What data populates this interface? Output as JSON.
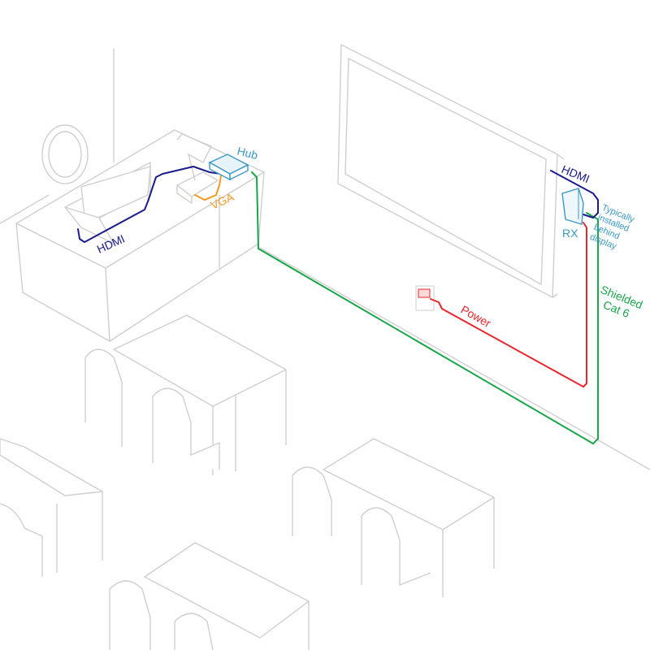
{
  "labels": {
    "hub": "Hub",
    "vga": "VGA",
    "hdmi_desk": "HDMI",
    "hdmi_display": "HDMI",
    "rx": "RX",
    "note": [
      "Typically",
      "installed",
      "behind",
      "display"
    ],
    "power": "Power",
    "cat6": [
      "Shielded",
      "Cat 6"
    ]
  },
  "colors": {
    "hdmi": "#1c1c8c",
    "vga": "#f39a1e",
    "cat6": "#19a64a",
    "power": "#e8262c",
    "device": "#3b98c6",
    "furniture": "#cfcfcf"
  }
}
